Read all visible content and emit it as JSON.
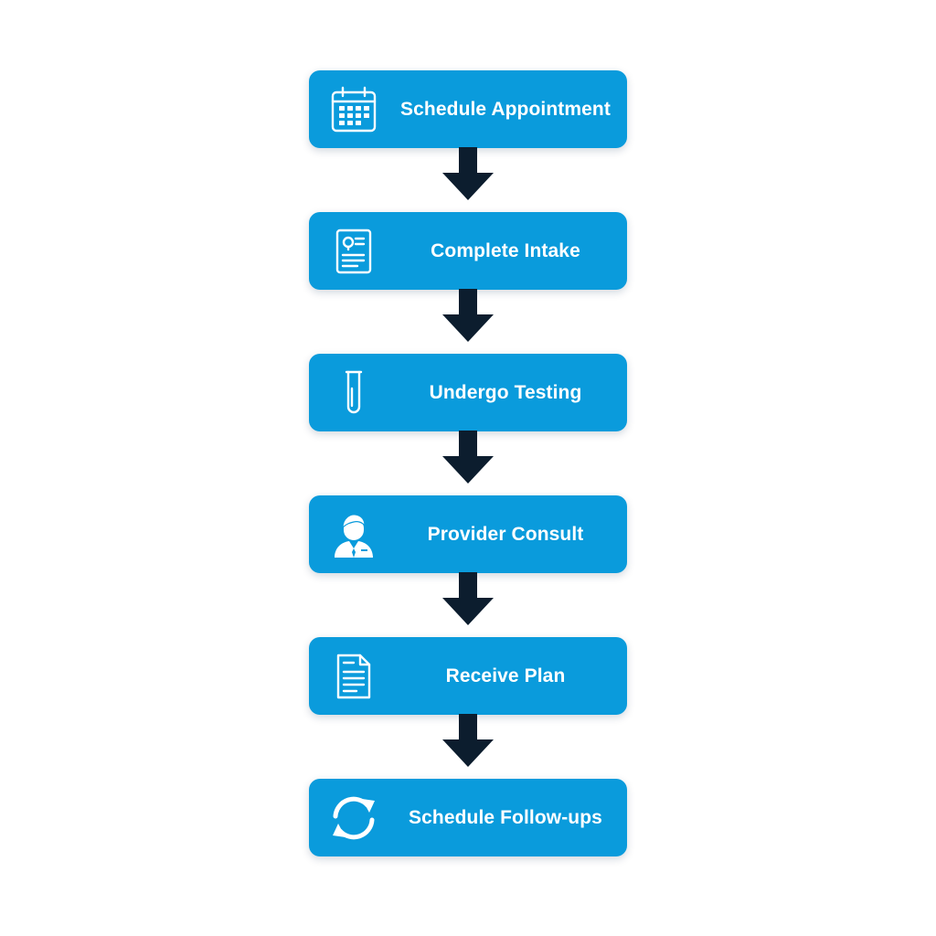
{
  "colors": {
    "step_fill": "#0a9bdc",
    "arrow_fill": "#0c1d2e",
    "icon_stroke": "#ffffff",
    "background": "#ffffff"
  },
  "steps": [
    {
      "label": "Schedule Appointment",
      "icon": "calendar-icon"
    },
    {
      "label": "Complete Intake",
      "icon": "intake-form-icon"
    },
    {
      "label": "Undergo Testing",
      "icon": "test-tube-icon"
    },
    {
      "label": "Provider Consult",
      "icon": "doctor-icon"
    },
    {
      "label": "Receive Plan",
      "icon": "document-icon"
    },
    {
      "label": "Schedule Follow-ups",
      "icon": "refresh-cycle-icon"
    }
  ]
}
